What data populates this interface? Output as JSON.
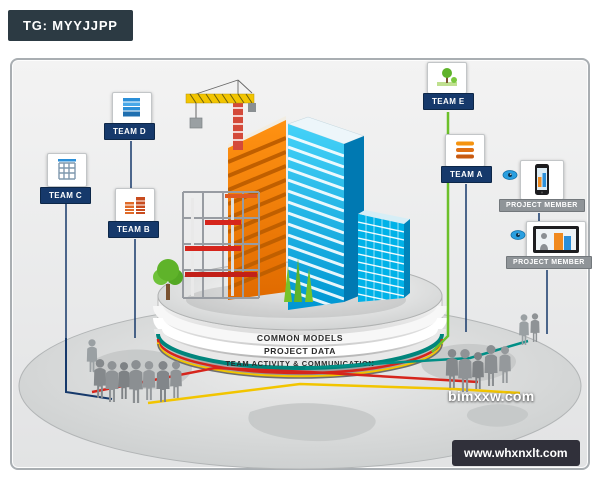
{
  "header": {
    "tag": "TG: MYYJJPP"
  },
  "platform": {
    "line1": "COMMON MODELS",
    "line2": "PROJECT DATA",
    "line3": "TEAM ACTIVITY & COMMUNICATION"
  },
  "teams": [
    {
      "label": "TEAM C"
    },
    {
      "label": "TEAM D"
    },
    {
      "label": "TEAM B"
    },
    {
      "label": "TEAM E"
    },
    {
      "label": "TEAM A"
    }
  ],
  "members": [
    {
      "label": "PROJECT MEMBER"
    },
    {
      "label": "PROJECT MEMBER"
    }
  ],
  "watermarks": {
    "center_right": "bimxxw.com",
    "bottom_right": "www.whxnxlt.com"
  },
  "icons": {
    "team_c": "scaffold-structure-icon",
    "team_d": "blue-building-icon",
    "team_b": "orange-building-icon",
    "team_e": "green-landscape-icon",
    "team_a": "orange-layers-icon",
    "member_phone": "smartphone-icon",
    "member_tablet": "tablet-icon",
    "eye": "eye-icon"
  },
  "colors": {
    "navy": "#16396b",
    "orange": "#f07d00",
    "cyan": "#00a8e0",
    "red": "#d6251c",
    "yellow": "#f2c500",
    "green": "#6cc02a",
    "teal": "#008f86",
    "member_gray": "#8f9498"
  }
}
